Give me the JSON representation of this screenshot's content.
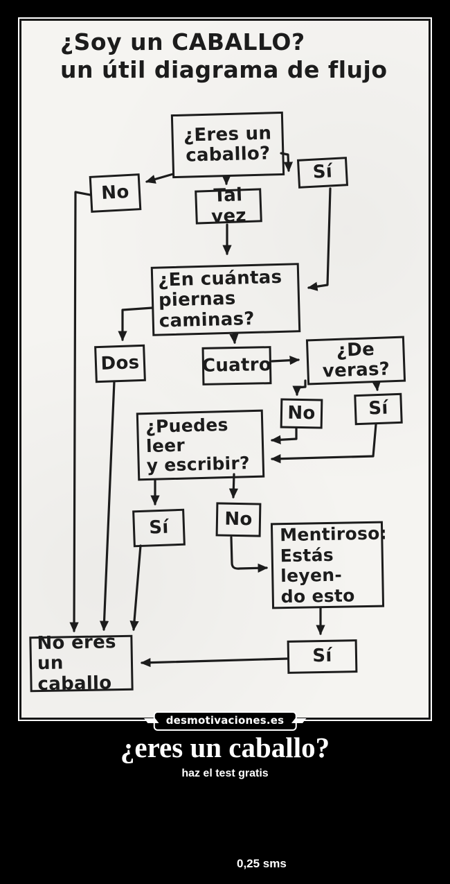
{
  "poster": {
    "watermark": "desmotivaciones.es",
    "title": "¿eres un caballo?",
    "subtitle": "haz el test gratis",
    "footer": "0,25 sms"
  },
  "flowchart": {
    "heading": "¿Soy un CABALLO?\nun útil diagrama de flujo",
    "nodes": {
      "eres": "¿Eres un\ncaballo?",
      "no1": "No",
      "si1": "Sí",
      "talvez": "Tal vez",
      "encuantas": "¿En cuántas\npiernas caminas?",
      "dos": "Dos",
      "cuatro": "Cuatro",
      "deveras": "¿De veras?",
      "no2": "No",
      "si2": "Sí",
      "puedes": "¿Puedes leer\ny escribir?",
      "si3": "Sí",
      "no3": "No",
      "mentiroso": "Mentiroso:\nEstás leyen-\ndo esto",
      "si4": "Sí",
      "noeres": "No eres un\ncaballo"
    }
  },
  "colors": {
    "page_background": "#000000",
    "paper": "#f5f4f1",
    "ink": "#1c1c1c",
    "caption_text": "#ffffff"
  }
}
